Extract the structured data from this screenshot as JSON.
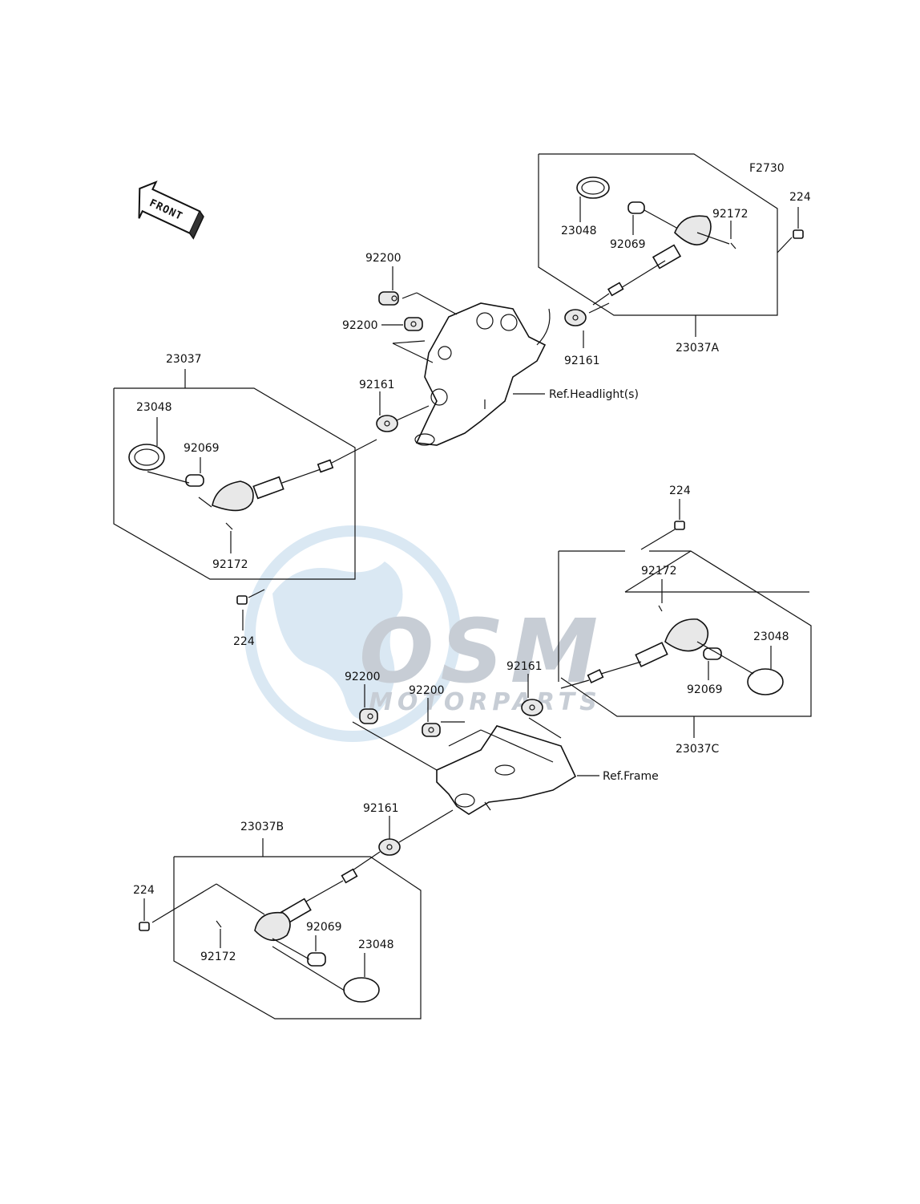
{
  "diagram_code": "F2730",
  "front_label": "FRONT",
  "watermark": {
    "main": "OSM",
    "sub": "MOTORPARTS",
    "color": "#9aa6b3",
    "globe_color": "#bcd6ea"
  },
  "refs": {
    "headlight": "Ref.Headlight(s)",
    "frame": "Ref.Frame"
  },
  "groups": {
    "front_left": "23037",
    "front_right": "23037A",
    "rear_left": "23037B",
    "rear_right": "23037C"
  },
  "parts": {
    "lens": "23048",
    "bulb": "92069",
    "screw": "92172",
    "bolt": "224",
    "damper": "92161",
    "washer": "92200"
  }
}
